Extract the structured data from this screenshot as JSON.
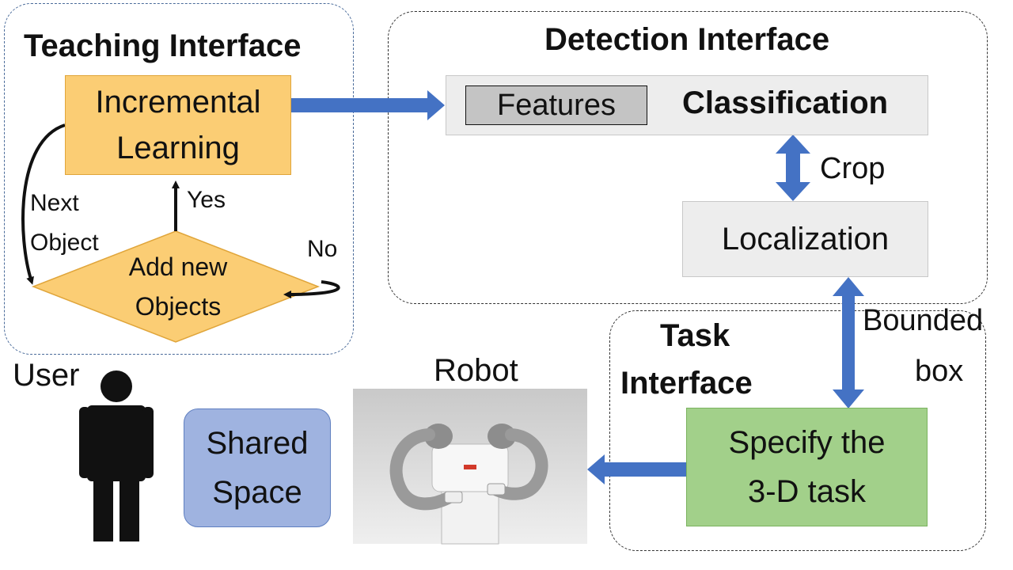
{
  "panels": {
    "teaching_title": "Teaching Interface",
    "detection_title": "Detection Interface",
    "task_title_line1": "Task",
    "task_title_line2": "Interface"
  },
  "nodes": {
    "incremental_line1": "Incremental",
    "incremental_line2": "Learning",
    "decision_line1": "Add new",
    "decision_line2": "Objects",
    "features": "Features",
    "classification": "Classification",
    "localization": "Localization",
    "specify_line1": "Specify the",
    "specify_line2": "3-D task",
    "shared_line1": "Shared",
    "shared_line2": "Space"
  },
  "edge_labels": {
    "next_line1": "Next",
    "next_line2": "Object",
    "yes": "Yes",
    "no": "No",
    "crop": "Crop",
    "bounded_line1": "Bounded",
    "bounded_line2": "box"
  },
  "actors": {
    "user": "User",
    "robot": "Robot"
  },
  "colors": {
    "learning_fill": "#fbcd74",
    "task_fill": "#a2d08a",
    "shared_fill": "#9fb3e0",
    "arrow_blue": "#4472c4"
  }
}
